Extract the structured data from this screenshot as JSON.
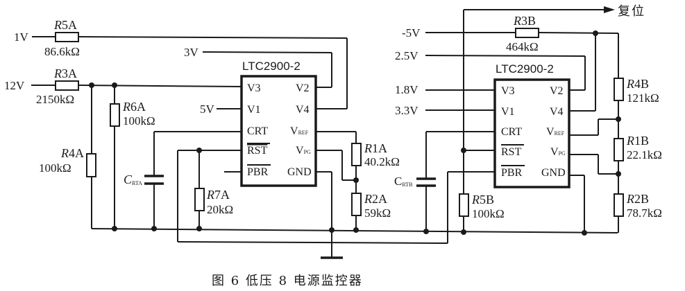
{
  "caption": "图 6  低压 8 电源监控器",
  "reset_output_label": "复位",
  "circuit_a": {
    "chip": {
      "part": "LTC2900-2",
      "pins_left": [
        "V3",
        "V1",
        "CRT",
        "RST",
        "PBR"
      ],
      "pins_right": [
        "V2",
        "V4",
        "VREF",
        "VPG",
        "GND"
      ],
      "pin_labels": {
        "v3": "V3",
        "v1": "V1",
        "crt": "CRT",
        "rst": "RST",
        "pbr": "PBR",
        "v2": "V2",
        "v4": "V4",
        "vref_main": "V",
        "vref_sub": "REF",
        "vpg_main": "V",
        "vpg_sub": "PG",
        "gnd": "GND"
      }
    },
    "inputs": {
      "in_1v": "1V",
      "in_12v": "12V",
      "in_3v": "3V",
      "in_5v": "5V"
    },
    "components": {
      "r5a": {
        "name_italic": "R",
        "name_rest": "5A",
        "value": "86.6kΩ"
      },
      "r3a": {
        "name_italic": "R",
        "name_rest": "3A",
        "value": "2150kΩ"
      },
      "r6a": {
        "name_italic": "R",
        "name_rest": "6A",
        "value": "100kΩ"
      },
      "r4a": {
        "name_italic": "R",
        "name_rest": "4A",
        "value": "100kΩ"
      },
      "r7a": {
        "name_italic": "R",
        "name_rest": "7A",
        "value": "20kΩ"
      },
      "r1a": {
        "name_italic": "R",
        "name_rest": "1A",
        "value": "40.2kΩ"
      },
      "r2a": {
        "name_italic": "R",
        "name_rest": "2A",
        "value": "59kΩ"
      },
      "crta": {
        "name_main": "C",
        "name_sub": "RTA"
      }
    }
  },
  "circuit_b": {
    "chip": {
      "part": "LTC2900-2",
      "pin_labels": {
        "v3": "V3",
        "v1": "V1",
        "crt": "CRT",
        "rst": "RST",
        "pbr": "PBR",
        "v2": "V2",
        "v4": "V4",
        "vref_main": "V",
        "vref_sub": "REF",
        "vpg_main": "V",
        "vpg_sub": "PG",
        "gnd": "GND"
      }
    },
    "inputs": {
      "in_neg5v": "-5V",
      "in_2v5": "2.5V",
      "in_1v8": "1.8V",
      "in_3v3": "3.3V"
    },
    "components": {
      "r3b": {
        "name_italic": "R",
        "name_rest": "3B",
        "value": "464kΩ"
      },
      "r4b": {
        "name_italic": "R",
        "name_rest": "4B",
        "value": "121kΩ"
      },
      "r1b": {
        "name_italic": "R",
        "name_rest": "1B",
        "value": "22.1kΩ"
      },
      "r2b": {
        "name_italic": "R",
        "name_rest": "2B",
        "value": "78.7kΩ"
      },
      "r5b": {
        "name_italic": "R",
        "name_rest": "5B",
        "value": "100kΩ"
      },
      "crtb": {
        "name_main": "C",
        "name_sub": "RTB"
      }
    }
  }
}
